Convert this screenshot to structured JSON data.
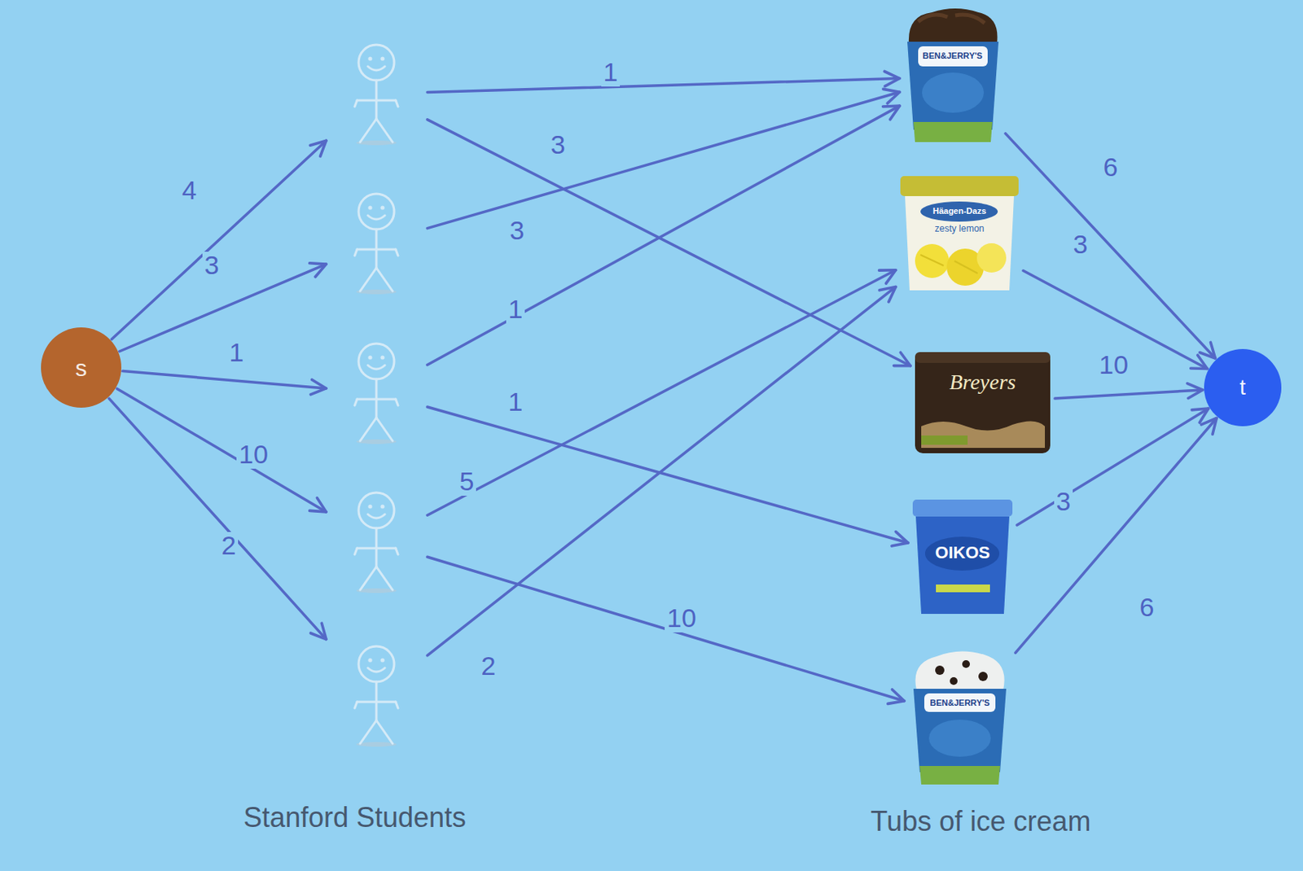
{
  "diagram": {
    "nodes": [
      {
        "text": [
          "s"
        ]
      },
      {
        "text": []
      },
      {
        "text": []
      },
      {
        "text": []
      },
      {
        "text": []
      },
      {
        "text": []
      },
      {
        "text": [
          "BEN&JERRY'S"
        ]
      },
      {
        "text": [
          "Häagen-Dazs",
          "zesty lemon"
        ]
      },
      {
        "text": [
          "Breyers"
        ]
      },
      {
        "text": [
          "OIKOS"
        ]
      },
      {
        "text": [
          "BEN&JERRY'S"
        ]
      },
      {
        "text": [
          "t"
        ]
      }
    ],
    "edges": [
      {
        "from": 0,
        "to": 1,
        "arrow": "to",
        "label": "4"
      },
      {
        "from": 0,
        "to": 2,
        "arrow": "to",
        "label": "3"
      },
      {
        "from": 0,
        "to": 3,
        "arrow": "to",
        "label": "1"
      },
      {
        "from": 0,
        "to": 4,
        "arrow": "to",
        "label": "10"
      },
      {
        "from": 0,
        "to": 5,
        "arrow": "to",
        "label": "2"
      },
      {
        "from": 1,
        "to": 6,
        "arrow": "to",
        "label": "1"
      },
      {
        "from": 1,
        "to": 8,
        "arrow": "to",
        "label": "3"
      },
      {
        "from": 2,
        "to": 6,
        "arrow": "to",
        "label": "3"
      },
      {
        "from": 3,
        "to": 6,
        "arrow": "to",
        "label": "1"
      },
      {
        "from": 3,
        "to": 9,
        "arrow": "to",
        "label": "1"
      },
      {
        "from": 4,
        "to": 7,
        "arrow": "to",
        "label": "5"
      },
      {
        "from": 4,
        "to": 10,
        "arrow": "to",
        "label": "10"
      },
      {
        "from": 5,
        "to": 7,
        "arrow": "to",
        "label": "2"
      },
      {
        "from": 6,
        "to": 11,
        "arrow": "to",
        "label": "6"
      },
      {
        "from": 7,
        "to": 11,
        "arrow": "to",
        "label": "3"
      },
      {
        "from": 8,
        "to": 11,
        "arrow": "to",
        "label": "10"
      },
      {
        "from": 9,
        "to": 11,
        "arrow": "to",
        "label": "3"
      },
      {
        "from": 10,
        "to": 11,
        "arrow": "to",
        "label": "6"
      }
    ],
    "labels": [
      "Stanford Students",
      "Tubs of ice cream"
    ]
  }
}
